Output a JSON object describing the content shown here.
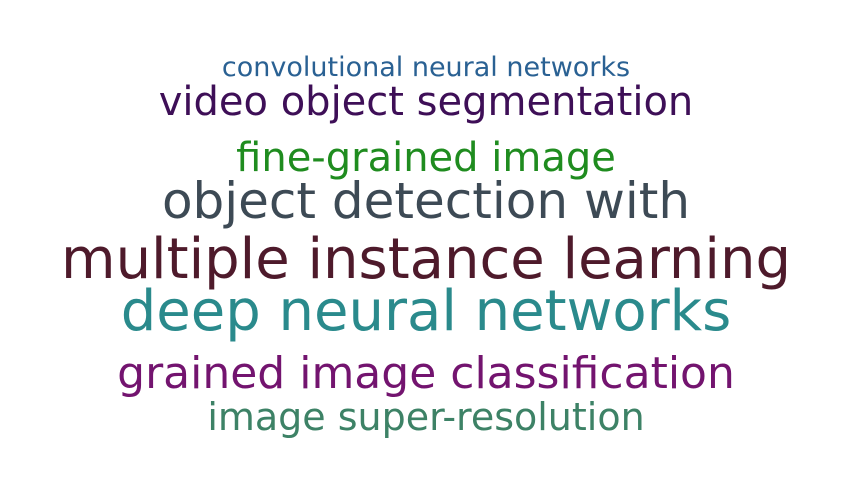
{
  "word_cloud": {
    "words": [
      {
        "text": "convolutional neural networks",
        "color": "#2a6193"
      },
      {
        "text": "video object segmentation",
        "color": "#3e0f57"
      },
      {
        "text": "fine-grained image",
        "color": "#1f8c1f"
      },
      {
        "text": "object detection with",
        "color": "#3d4a55"
      },
      {
        "text": "multiple instance learning",
        "color": "#4e1a2b"
      },
      {
        "text": "deep neural networks",
        "color": "#2a8a8c"
      },
      {
        "text": "grained image classification",
        "color": "#73146f"
      },
      {
        "text": "image super-resolution",
        "color": "#3d8266"
      }
    ]
  }
}
